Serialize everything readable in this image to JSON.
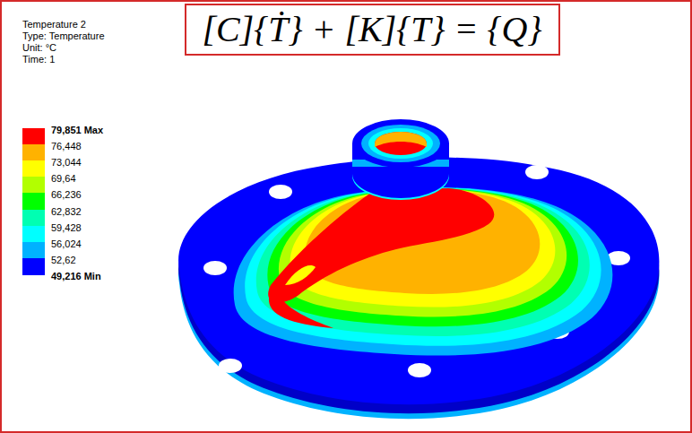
{
  "diagram": {
    "nodes": [
      {
        "text": [
          "[C]{Ṫ} + [K]{T} = {Q}"
        ]
      }
    ],
    "labels": [
      "Temperature 2",
      "Type: Temperature",
      "Unit: °C",
      "Time: 1"
    ],
    "legend": [
      {
        "text": "79,851 Max",
        "color": "#ff0000"
      },
      {
        "text": "76,448",
        "color": "#ffb200"
      },
      {
        "text": "73,044",
        "color": "#ffff00"
      },
      {
        "text": "69,64",
        "color": "#b2ff00"
      },
      {
        "text": "66,236",
        "color": "#00ff00"
      },
      {
        "text": "62,832",
        "color": "#00ffb2"
      },
      {
        "text": "59,428",
        "color": "#00ffff"
      },
      {
        "text": "56,024",
        "color": "#00b2ff"
      },
      {
        "text": "52,62",
        "color": "#0000ff"
      },
      {
        "text": "49,216 Min"
      }
    ]
  }
}
